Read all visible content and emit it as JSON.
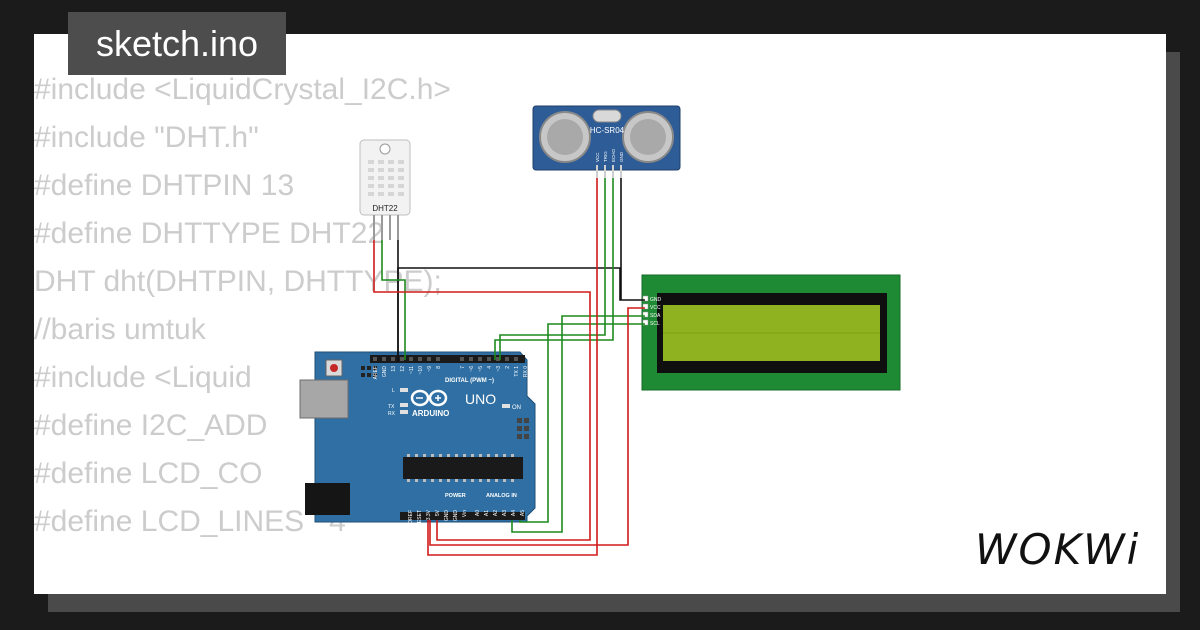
{
  "header": {
    "filename": "sketch.ino"
  },
  "code_lines": [
    "#include <LiquidCrystal_I2C.h>",
    "#include \"DHT.h\"",
    "#define DHTPIN 13",
    "#define DHTTYPE DHT22",
    "DHT dht(DHTPIN, DHTTYPE);",
    "//baris umtuk",
    "#include <Liquid",
    "#define I2C_ADD",
    "#define LCD_CO",
    "#define LCD_LINES   4"
  ],
  "components": {
    "dht": {
      "label": "DHT22"
    },
    "ultrasonic": {
      "label": "HC-SR04",
      "pins": [
        "VCC",
        "TRIG",
        "ECHO",
        "GND"
      ]
    },
    "lcd": {
      "pins": [
        "GND",
        "VCC",
        "SDA",
        "SCL"
      ],
      "screen_color": "#8fb320",
      "bezel_color": "#1e8a34"
    },
    "arduino": {
      "logo": "ARDUINO",
      "model": "UNO",
      "digital_label": "DIGITAL (PWM ~)",
      "analog_label": "ANALOG IN",
      "power_label": "POWER",
      "on_label": "ON",
      "tx_label": "TX",
      "rx_label": "RX",
      "l_label": "L",
      "top_pins": [
        "AREF",
        "GND",
        "13",
        "12",
        "~11",
        "~10",
        "~9",
        "8",
        "7",
        "~6",
        "~5",
        "4",
        "~3",
        "2",
        "TX 1",
        "RX 0"
      ],
      "bottom_pins": [
        "IOREF",
        "RESET",
        "3.3V",
        "5V",
        "GND",
        "GND",
        "Vin",
        "A0",
        "A1",
        "A2",
        "A3",
        "A4",
        "A5"
      ],
      "board_color": "#2f6fa3"
    }
  },
  "wire_colors": {
    "red": "#d11a1a",
    "black": "#111111",
    "green": "#1d8a1d"
  },
  "brand": {
    "name": "WOKWi"
  }
}
